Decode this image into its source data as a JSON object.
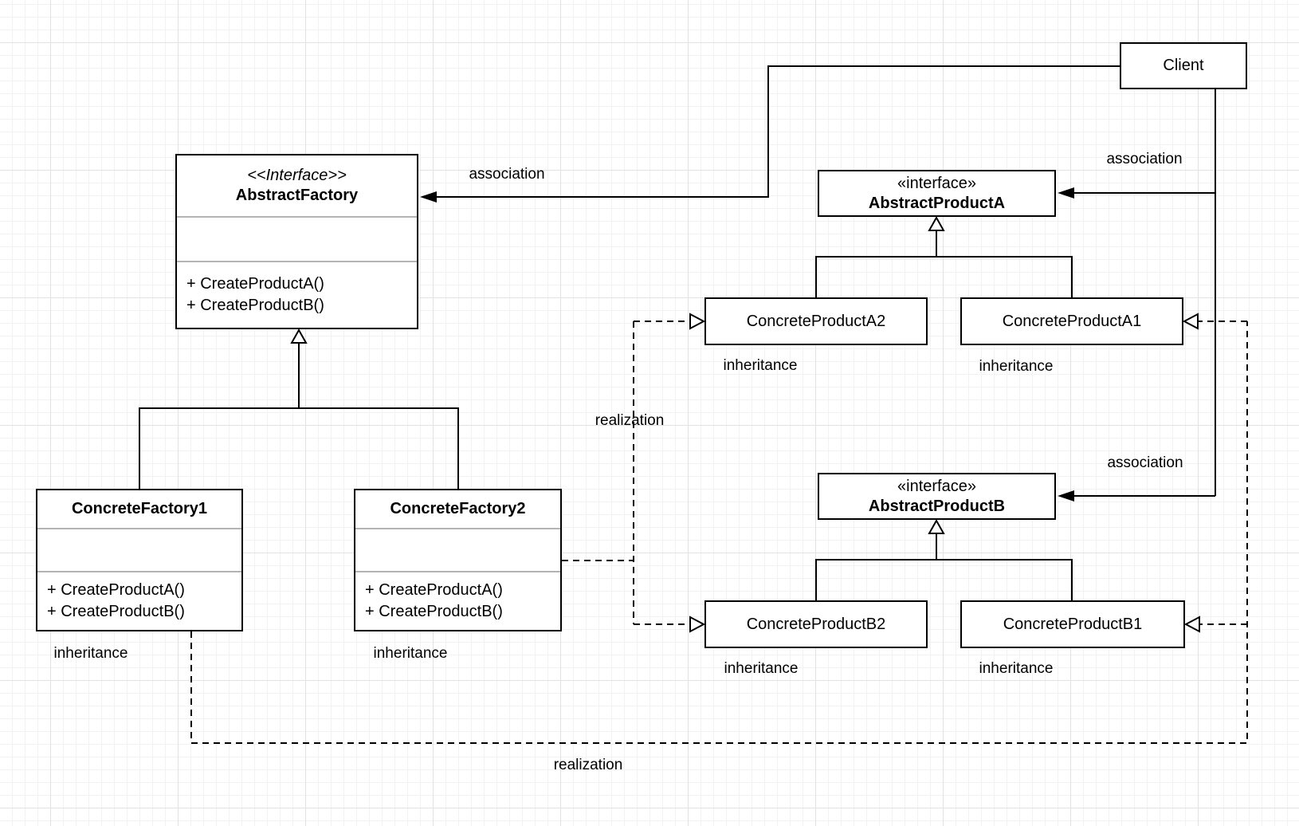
{
  "canvas": {
    "background": "#ffffff",
    "stroke_color": "#000000",
    "divider_color": "#b3b3b3",
    "grid_minor_color": "#f2f2f2",
    "grid_major_color": "#e2e2e2"
  },
  "classes": {
    "abstract_factory": {
      "stereotype": "<<Interface>>",
      "name": "AbstractFactory",
      "methods": [
        "+ CreateProductA()",
        "+ CreateProductB()"
      ]
    },
    "concrete_factory1": {
      "name": "ConcreteFactory1",
      "methods": [
        "+ CreateProductA()",
        "+ CreateProductB()"
      ]
    },
    "concrete_factory2": {
      "name": "ConcreteFactory2",
      "methods": [
        "+ CreateProductA()",
        "+ CreateProductB()"
      ]
    },
    "client": {
      "name": "Client"
    },
    "abstract_product_a": {
      "stereotype": "«interface»",
      "name": "AbstractProductA"
    },
    "abstract_product_b": {
      "stereotype": "«interface»",
      "name": "AbstractProductB"
    },
    "concrete_product_a2": {
      "name": "ConcreteProductA2"
    },
    "concrete_product_a1": {
      "name": "ConcreteProductA1"
    },
    "concrete_product_b2": {
      "name": "ConcreteProductB2"
    },
    "concrete_product_b1": {
      "name": "ConcreteProductB1"
    }
  },
  "edge_labels": {
    "assoc_client_factory": "association",
    "assoc_client_product_a": "association",
    "assoc_client_product_b": "association",
    "inherit_factory1": "inheritance",
    "inherit_factory2": "inheritance",
    "inherit_product_a2": "inheritance",
    "inherit_product_a1": "inheritance",
    "inherit_product_b2": "inheritance",
    "inherit_product_b1": "inheritance",
    "realization_left": "realization",
    "realization_bottom": "realization"
  }
}
